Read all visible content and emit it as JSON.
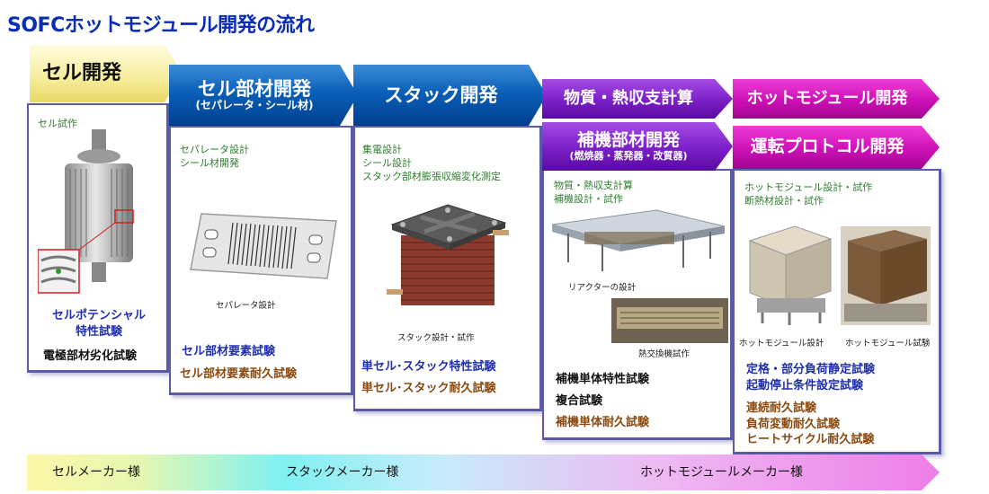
{
  "title": "SOFCホットモジュール開発の流れ",
  "stages": {
    "cell": "セル開発",
    "cell_material": "セル部材開発",
    "cell_material_sub": "(セパレータ・シール材)",
    "stack": "スタック開発",
    "heat_balance": "物質・熱収支計算",
    "aux": "補機部材開発",
    "aux_sub": "(燃焼器・蒸発器・改質器)",
    "hot_module": "ホットモジュール開発",
    "protocol": "運転プロトコル開発"
  },
  "boxes": {
    "cell": {
      "note": "セル試作",
      "tests_blue": [
        "セルポテンシャル",
        "特性試験"
      ],
      "tests_black": [
        "電極部材劣化試験"
      ]
    },
    "cell_material": {
      "notes": [
        "セパレータ設計",
        "シール材開発"
      ],
      "caption": "セパレータ設計",
      "tests_blue": [
        "セル部材要素試験"
      ],
      "tests_brown": [
        "セル部材要素耐久試験"
      ]
    },
    "stack": {
      "notes": [
        "集電設計",
        "シール設計",
        "スタック部材膨張収縮変化測定"
      ],
      "caption": "スタック設計・試作",
      "tests_blue": [
        "単セル･スタック特性試験"
      ],
      "tests_brown": [
        "単セル･スタック耐久試験"
      ]
    },
    "aux": {
      "notes": [
        "物質・熱収支計算",
        "補機設計・試作"
      ],
      "caption_reactor": "リアクターの設計",
      "caption_hx": "熱交換機試作",
      "tests_black": [
        "補機単体特性試験",
        "複合試験"
      ],
      "tests_brown": [
        "補機単体耐久試験"
      ]
    },
    "hot_module": {
      "notes": [
        "ホットモジュール設計・試作",
        "断熱材設計・試作"
      ],
      "caption_design": "ホットモジュール設計",
      "caption_module": "ホットモジュール試験",
      "tests_blue": [
        "定格・部分負荷静定試験",
        "起動停止条件設定試験"
      ],
      "tests_brown": [
        "連続耐久試験",
        "負荷変動耐久試験",
        "ヒートサイクル耐久試験"
      ]
    }
  },
  "bottom_bar": {
    "cell_maker": "セルメーカー様",
    "stack_maker": "スタックメーカー様",
    "module_maker": "ホットモジュールメーカー様"
  }
}
